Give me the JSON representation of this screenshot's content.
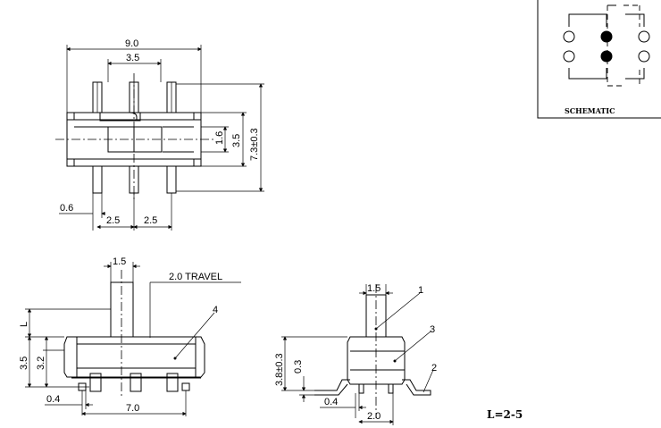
{
  "top_view": {
    "dim_width": "9.0",
    "dim_pin_span": "3.5",
    "dim_actuator": "1.6",
    "dim_inner": "3.5",
    "dim_height": "7.3±0.3",
    "dim_pin_width": "0.6",
    "dim_pitch_left": "2.5",
    "dim_pitch_right": "2.5"
  },
  "front_view": {
    "dim_knob": "1.5",
    "travel_label": "2.0 TRAVEL",
    "callout_4": "4",
    "dim_L": "L",
    "dim_body_h": "3.5",
    "dim_body_inner": "3.2",
    "dim_pin_offset": "0.4",
    "dim_length": "7.0"
  },
  "side_view": {
    "dim_knob": "1.5",
    "callout_1": "1",
    "callout_3": "3",
    "callout_2": "2",
    "dim_height": "3.8±0.3",
    "dim_foot": "0.3",
    "dim_pin_offset": "0.4",
    "dim_base": "2.0"
  },
  "schematic": {
    "label": "SCHEMATIC"
  },
  "note": "L=2-5"
}
